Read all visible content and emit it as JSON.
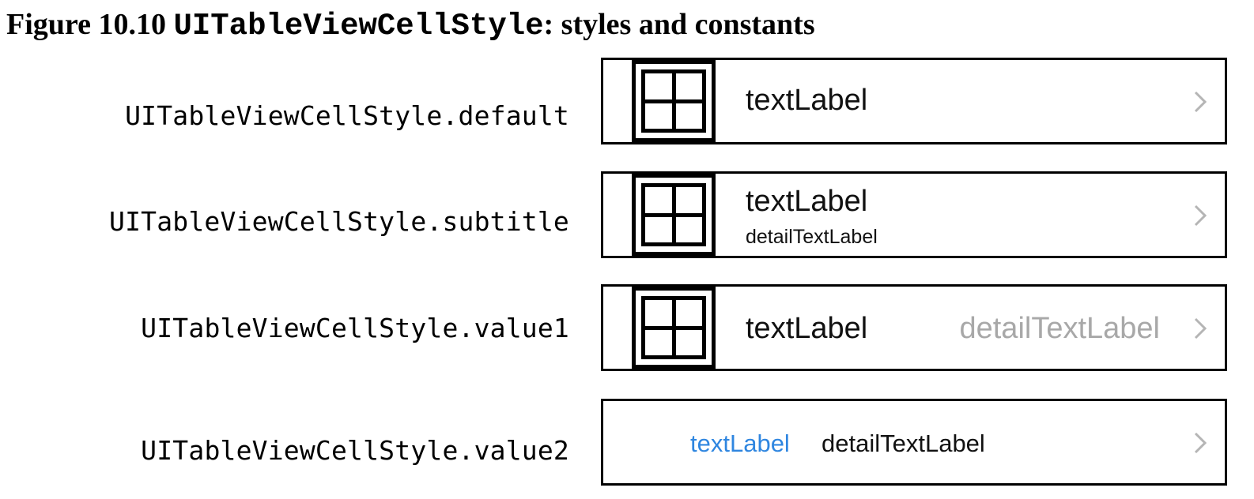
{
  "caption": {
    "prefix": "Figure 10.10 ",
    "code": "UITableViewCellStyle",
    "suffix": ": styles and constants"
  },
  "rows": [
    {
      "style_name": "UITableViewCellStyle.default",
      "text_label": "textLabel"
    },
    {
      "style_name": "UITableViewCellStyle.subtitle",
      "text_label": "textLabel",
      "detail_text_label": "detailTextLabel"
    },
    {
      "style_name": "UITableViewCellStyle.value1",
      "text_label": "textLabel",
      "detail_text_label": "detailTextLabel"
    },
    {
      "style_name": "UITableViewCellStyle.value2",
      "text_label": "textLabel",
      "detail_text_label": "detailTextLabel"
    }
  ],
  "colors": {
    "value2_text_label": "#2f86e0",
    "value1_detail_label": "#a8a8a8",
    "chevron": "#b5b5b5"
  },
  "icons": {
    "thumbnail": "window-grid-icon",
    "disclosure": "chevron-right-icon"
  }
}
